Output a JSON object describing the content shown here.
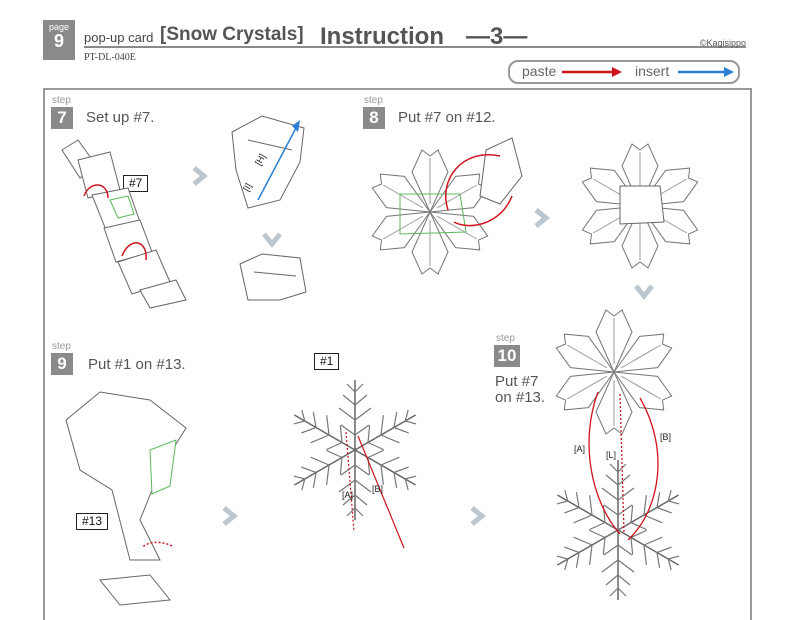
{
  "header": {
    "page_word": "page",
    "page_number": "9",
    "product": "pop-up card",
    "name": "[Snow Crystals]",
    "instruction": "Instruction",
    "instruction_number": "—3—",
    "code": "PT-DL-040E",
    "copyright": "©Kagisippo"
  },
  "legend": {
    "paste_label": "paste",
    "insert_label": "insert",
    "paste_color": "#d0141e",
    "insert_color": "#2a7fd6"
  },
  "steps": [
    {
      "tag": "step",
      "number": "7",
      "text": "Set up #7.",
      "part_label": "#7",
      "marks": [
        "[I]",
        "[H]"
      ]
    },
    {
      "tag": "step",
      "number": "8",
      "text": "Put #7 on #12."
    },
    {
      "tag": "step",
      "number": "9",
      "text": "Put #1 on #13.",
      "part_labels": [
        "#13",
        "#1"
      ],
      "marks": [
        "[A]",
        "[B]"
      ]
    },
    {
      "tag": "step",
      "number": "10",
      "text_line1": "Put #7",
      "text_line2": "on #13.",
      "marks": [
        "[A]",
        "[L]",
        "[B]"
      ]
    }
  ],
  "icons": {
    "arrow_next": "chevron-arrow-icon"
  }
}
